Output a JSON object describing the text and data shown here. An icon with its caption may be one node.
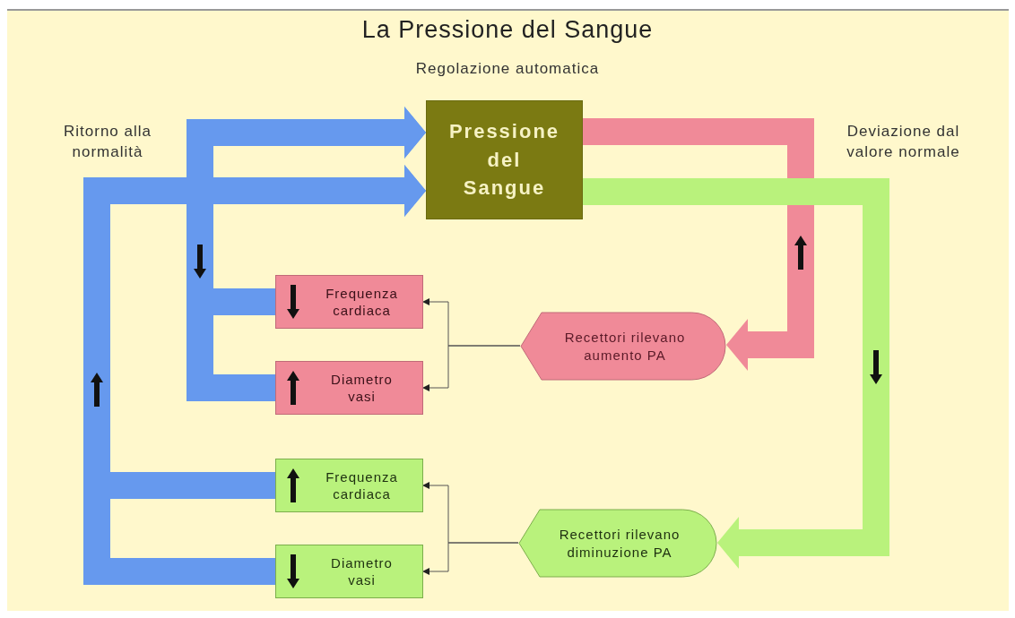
{
  "diagram": {
    "title": "La Pressione del Sangue",
    "nodes": [
      {
        "text": [
          "Pressione del Sangue"
        ]
      },
      {
        "text": [
          "Recettori rilevano aumento PA"
        ]
      },
      {
        "text": [
          "Frequenza cardiaca"
        ]
      },
      {
        "text": [
          "Diametro vasi"
        ]
      },
      {
        "text": [
          "Recettori rilevano diminuzione PA"
        ]
      },
      {
        "text": [
          "Frequenza cardiaca"
        ]
      },
      {
        "text": [
          "Diametro vasi"
        ]
      }
    ],
    "edges": [
      {
        "from": 0,
        "to": 1,
        "arrow": "to",
        "color": "#f08a98"
      },
      {
        "from": 0,
        "to": 4,
        "arrow": "to",
        "color": "#b9f27c"
      },
      {
        "from": 1,
        "to": 2,
        "arrow": "to"
      },
      {
        "from": 1,
        "to": 3,
        "arrow": "to"
      },
      {
        "from": 4,
        "to": 5,
        "arrow": "to"
      },
      {
        "from": 4,
        "to": 6,
        "arrow": "to"
      },
      {
        "from": 2,
        "to": 0,
        "arrow": "to",
        "color": "#6699ee"
      },
      {
        "from": 3,
        "to": 0,
        "arrow": "to",
        "color": "#6699ee"
      },
      {
        "from": 5,
        "to": 0,
        "arrow": "to",
        "color": "#6699ee"
      },
      {
        "from": 6,
        "to": 0,
        "arrow": "to",
        "color": "#6699ee"
      }
    ],
    "labels": [
      "Regolazione automatica",
      "Ritorno alla normalità",
      "Deviazione dal valore normale"
    ]
  }
}
